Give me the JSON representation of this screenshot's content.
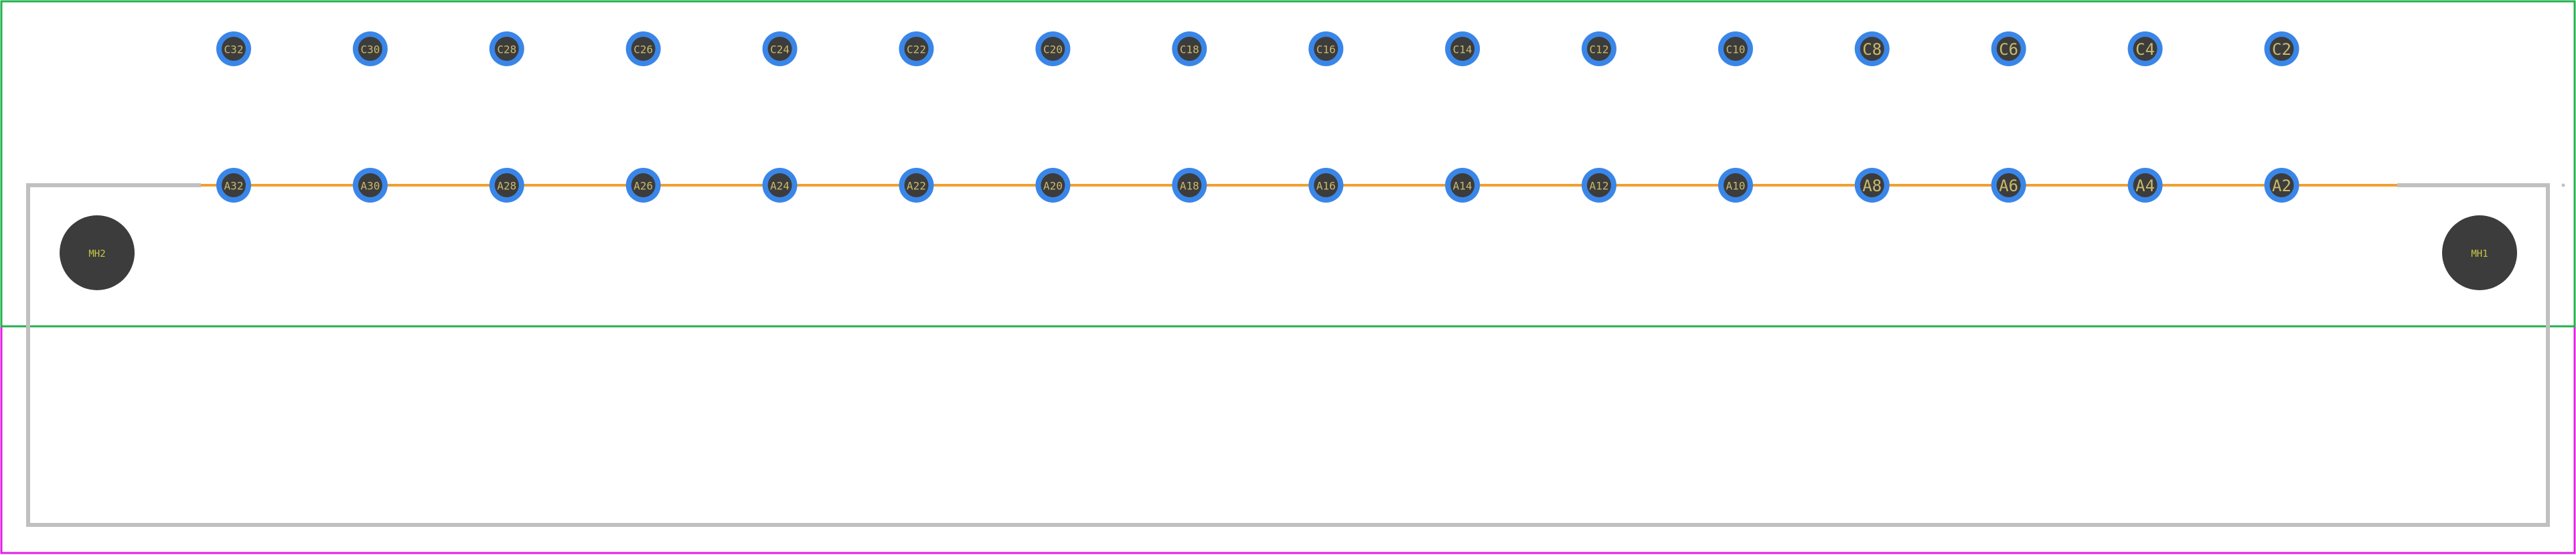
{
  "colors": {
    "background": "#ffffff",
    "courtyard_top": "#22b14c",
    "courtyard_bottom": "#e020e0",
    "silkscreen": "#c0c0c0",
    "trace": "#f0a030",
    "pad_ring": "#3a86e8",
    "pad_fill": "#3c3c3c",
    "pad_text": "#c9b96a",
    "hole_fill": "#3c3c3c",
    "hole_text": "#c8c84a"
  },
  "pads": {
    "row_c": [
      "C32",
      "C30",
      "C28",
      "C26",
      "C24",
      "C22",
      "C20",
      "C18",
      "C16",
      "C14",
      "C12",
      "C10",
      "C8",
      "C6",
      "C4",
      "C2"
    ],
    "row_a": [
      "A32",
      "A30",
      "A28",
      "A26",
      "A24",
      "A22",
      "A20",
      "A18",
      "A16",
      "A14",
      "A12",
      "A10",
      "A8",
      "A6",
      "A4",
      "A2"
    ]
  },
  "mounting_holes": {
    "left": "MH2",
    "right": "MH1"
  }
}
